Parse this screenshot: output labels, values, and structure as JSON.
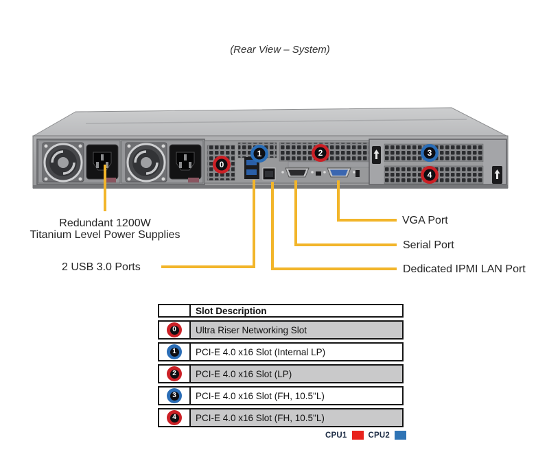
{
  "title": "(Rear View – System)",
  "colors": {
    "red": "#cb2026",
    "blue": "#2a6db6",
    "callout_line": "#f2b52a",
    "row_shade": "#c9c9ca"
  },
  "diagram": {
    "markers": [
      {
        "num": "0",
        "fill": "#cb2026"
      },
      {
        "num": "1",
        "fill": "#2a6db6"
      },
      {
        "num": "2",
        "fill": "#cb2026"
      },
      {
        "num": "3",
        "fill": "#2a6db6"
      },
      {
        "num": "4",
        "fill": "#cb2026"
      }
    ],
    "callouts": {
      "psu_line1": "Redundant 1200W",
      "psu_line2": "Titanium Level Power Supplies",
      "usb": "2 USB 3.0 Ports",
      "vga": "VGA Port",
      "serial": "Serial Port",
      "ipmi": "Dedicated IPMI LAN Port"
    }
  },
  "table": {
    "header": "Slot Description",
    "rows": [
      {
        "num": "0",
        "fill": "#cb2026",
        "desc": "Ultra Riser Networking Slot"
      },
      {
        "num": "1",
        "fill": "#2a6db6",
        "desc": "PCI-E 4.0 x16 Slot (Internal LP)"
      },
      {
        "num": "2",
        "fill": "#cb2026",
        "desc": "PCI-E 4.0 x16 Slot (LP)"
      },
      {
        "num": "3",
        "fill": "#2a6db6",
        "desc": "PCI-E 4.0 x16 Slot (FH, 10.5\"L)"
      },
      {
        "num": "4",
        "fill": "#cb2026",
        "desc": "PCI-E 4.0 x16 Slot (FH, 10.5\"L)"
      }
    ]
  },
  "legend": {
    "cpu1_label": "CPU1",
    "cpu1_color": "#e8231d",
    "cpu2_label": "CPU2",
    "cpu2_color": "#2f74b5"
  }
}
